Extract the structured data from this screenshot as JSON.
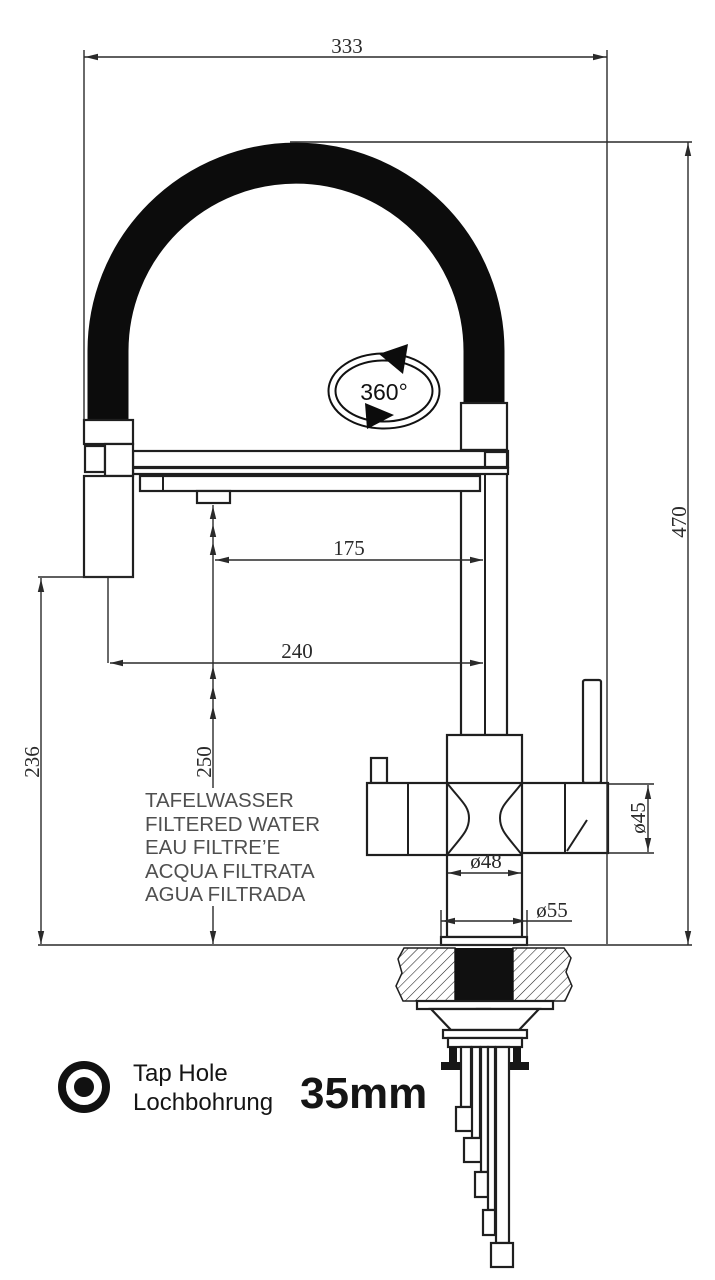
{
  "drawing": {
    "dim_overall_width": "333",
    "dim_overall_height": "470",
    "dim_spout_height": "236",
    "dim_spout_reach": "240",
    "dim_aerator_offset": "175",
    "dim_outlet_height": "250",
    "dim_handle_dia": "ø45",
    "dim_body_dia": "ø48",
    "dim_base_dia": "ø55",
    "swivel_label": "360°",
    "water_type_lines": [
      "TAFELWASSER",
      "FILTERED WATER",
      "EAU FILTRE’E",
      "ACQUA FILTRATA",
      "AGUA FILTRADA"
    ]
  },
  "legend": {
    "tap_hole_en": "Tap Hole",
    "tap_hole_de": "Lochbohrung",
    "tap_hole_size": "35mm"
  },
  "colors": {
    "line": "#1f1f1f",
    "hose": "#0c0c0c",
    "gray_text": "#4f4f4f",
    "legend_text": "#151515"
  }
}
